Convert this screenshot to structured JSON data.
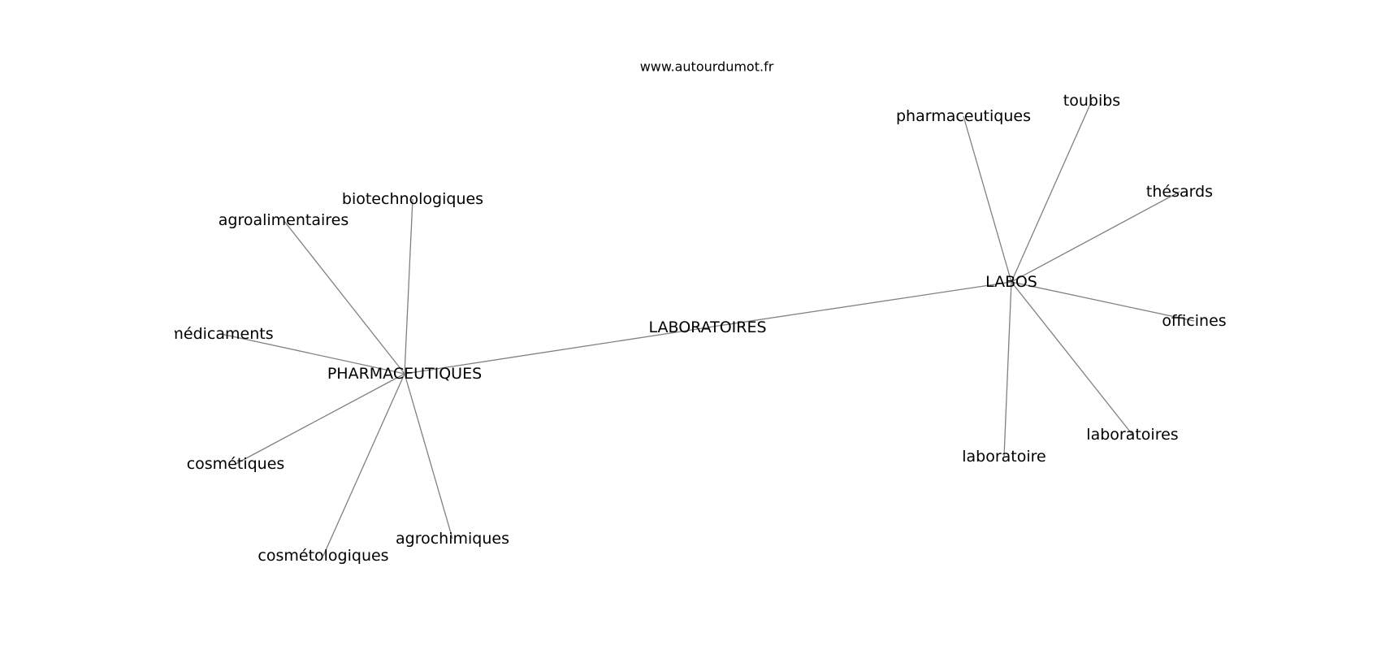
{
  "watermark": "www.autourdumot.fr",
  "nodes": {
    "laboratoires_center": "LABORATOIRES",
    "pharmaceutiques_hub": "PHARMACEUTIQUES",
    "labos_hub": "LABOS",
    "biotechnologiques": "biotechnologiques",
    "agroalimentaires": "agroalimentaires",
    "medicaments": "médicaments",
    "cosmetiques": "cosmétiques",
    "cosmetologiques": "cosmétologiques",
    "agrochimiques": "agrochimiques",
    "pharmaceutiques": "pharmaceutiques",
    "toubibs": "toubibs",
    "thesards": "thésards",
    "officines": "officines",
    "laboratoires": "laboratoires",
    "laboratoire": "laboratoire"
  },
  "edges": [
    [
      "pharmaceutiques_hub",
      "laboratoires_center"
    ],
    [
      "laboratoires_center",
      "labos_hub"
    ],
    [
      "pharmaceutiques_hub",
      "biotechnologiques"
    ],
    [
      "pharmaceutiques_hub",
      "agroalimentaires"
    ],
    [
      "pharmaceutiques_hub",
      "medicaments"
    ],
    [
      "pharmaceutiques_hub",
      "cosmetiques"
    ],
    [
      "pharmaceutiques_hub",
      "cosmetologiques"
    ],
    [
      "pharmaceutiques_hub",
      "agrochimiques"
    ],
    [
      "labos_hub",
      "pharmaceutiques"
    ],
    [
      "labos_hub",
      "toubibs"
    ],
    [
      "labos_hub",
      "thesards"
    ],
    [
      "labos_hub",
      "officines"
    ],
    [
      "labos_hub",
      "laboratoires"
    ],
    [
      "labos_hub",
      "laboratoire"
    ]
  ]
}
